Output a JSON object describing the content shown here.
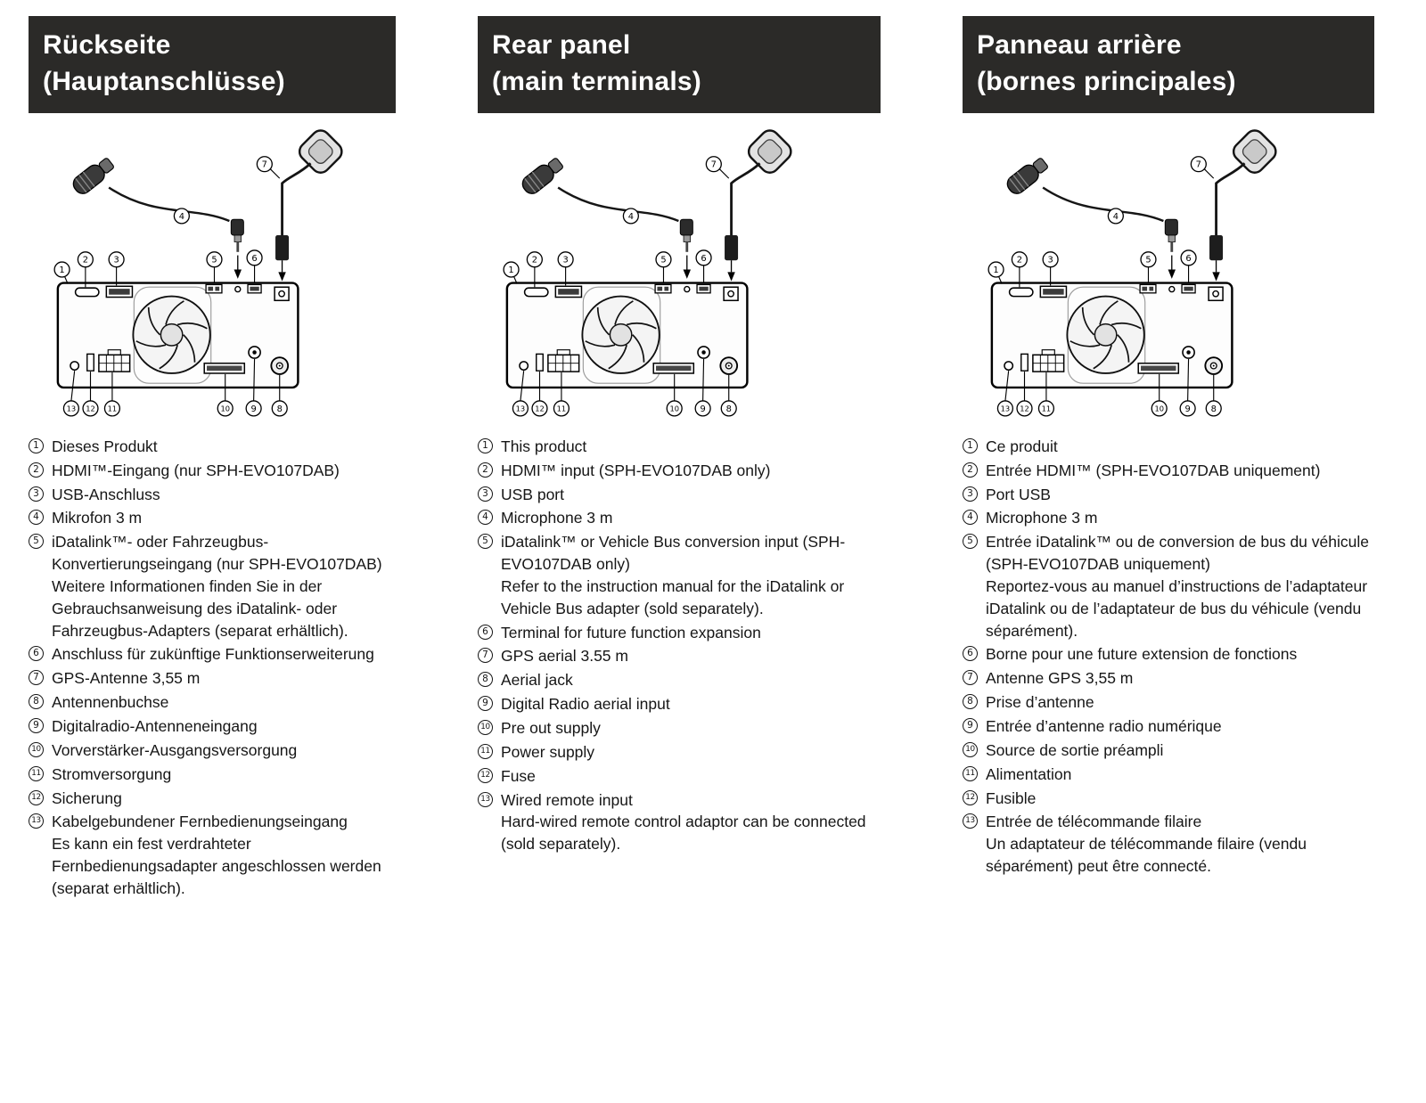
{
  "colors": {
    "header_bg": "#2b2a28",
    "text": "#161616",
    "diagram_line": "#000000"
  },
  "columns": [
    {
      "id": "german",
      "header": {
        "line1": "Rückseite",
        "line2": "(Hauptanschlüsse)"
      },
      "items": [
        {
          "n": "1",
          "text": "Dieses Produkt"
        },
        {
          "n": "2",
          "text": "HDMI™-Eingang (nur SPH-EVO107DAB)"
        },
        {
          "n": "3",
          "text": "USB-Anschluss"
        },
        {
          "n": "4",
          "text": "Mikrofon 3 m"
        },
        {
          "n": "5",
          "text": "iDatalink™- oder Fahrzeugbus-Konvertierungseingang (nur SPH-EVO107DAB)",
          "note": "Weitere Informationen finden Sie in der Gebrauchsanweisung des iDatalink- oder Fahrzeugbus-Adapters (separat erhältlich)."
        },
        {
          "n": "6",
          "text": "Anschluss für zukünftige Funktionserweiterung"
        },
        {
          "n": "7",
          "text": "GPS-Antenne 3,55 m"
        },
        {
          "n": "8",
          "text": "Antennenbuchse"
        },
        {
          "n": "9",
          "text": "Digitalradio-Antenneneingang"
        },
        {
          "n": "10",
          "text": "Vorverstärker-Ausgangsversorgung"
        },
        {
          "n": "11",
          "text": "Stromversorgung"
        },
        {
          "n": "12",
          "text": "Sicherung"
        },
        {
          "n": "13",
          "text": "Kabelgebundener Fernbedienungseingang",
          "note": "Es kann ein fest verdrahteter Fernbedienungsadapter angeschlossen werden (separat erhältlich)."
        }
      ]
    },
    {
      "id": "english",
      "header": {
        "line1": "Rear panel",
        "line2": "(main terminals)"
      },
      "items": [
        {
          "n": "1",
          "text": "This product"
        },
        {
          "n": "2",
          "text": "HDMI™ input (SPH-EVO107DAB only)"
        },
        {
          "n": "3",
          "text": "USB port"
        },
        {
          "n": "4",
          "text": "Microphone 3 m"
        },
        {
          "n": "5",
          "text": "iDatalink™ or Vehicle Bus conversion input (SPH-EVO107DAB only)",
          "note": "Refer to the instruction manual for the iDatalink or Vehicle Bus adapter (sold separately)."
        },
        {
          "n": "6",
          "text": "Terminal for future function expansion"
        },
        {
          "n": "7",
          "text": "GPS aerial 3.55 m"
        },
        {
          "n": "8",
          "text": "Aerial jack"
        },
        {
          "n": "9",
          "text": "Digital Radio aerial input"
        },
        {
          "n": "10",
          "text": "Pre out supply"
        },
        {
          "n": "11",
          "text": "Power supply"
        },
        {
          "n": "12",
          "text": "Fuse"
        },
        {
          "n": "13",
          "text": "Wired remote input",
          "note": "Hard-wired remote control adaptor can be connected (sold separately)."
        }
      ]
    },
    {
      "id": "french",
      "header": {
        "line1": "Panneau arrière",
        "line2": "(bornes principales)"
      },
      "items": [
        {
          "n": "1",
          "text": "Ce produit"
        },
        {
          "n": "2",
          "text": "Entrée HDMI™ (SPH-EVO107DAB uniquement)"
        },
        {
          "n": "3",
          "text": "Port USB"
        },
        {
          "n": "4",
          "text": "Microphone 3 m"
        },
        {
          "n": "5",
          "text": "Entrée iDatalink™ ou de conversion de bus du véhicule (SPH-EVO107DAB uniquement)",
          "note": "Reportez-vous au manuel d’instructions de l’adaptateur iDatalink ou de l’adaptateur de bus du véhicule (vendu séparément)."
        },
        {
          "n": "6",
          "text": "Borne pour une future extension de fonctions"
        },
        {
          "n": "7",
          "text": "Antenne GPS 3,55 m"
        },
        {
          "n": "8",
          "text": "Prise d’antenne"
        },
        {
          "n": "9",
          "text": "Entrée d’antenne radio numérique"
        },
        {
          "n": "10",
          "text": "Source de sortie préampli"
        },
        {
          "n": "11",
          "text": "Alimentation"
        },
        {
          "n": "12",
          "text": "Fusible"
        },
        {
          "n": "13",
          "text": "Entrée de télécommande filaire",
          "note": "Un adaptateur de télécommande filaire (vendu séparément) peut être connecté."
        }
      ]
    }
  ],
  "diagram": {
    "callouts": [
      "1",
      "2",
      "3",
      "4",
      "5",
      "6",
      "7",
      "8",
      "9",
      "10",
      "11",
      "12",
      "13"
    ],
    "parts": [
      "microphone",
      "gps-antenna",
      "rear-panel",
      "cooling-fan",
      "hdmi-port",
      "usb-port",
      "idatalink-port",
      "mic-input-jack",
      "expansion-port",
      "gps-aerial-jack",
      "wired-remote-jack",
      "fuse",
      "power-connector",
      "preout-connector",
      "digital-radio-jack",
      "aerial-jack"
    ]
  }
}
